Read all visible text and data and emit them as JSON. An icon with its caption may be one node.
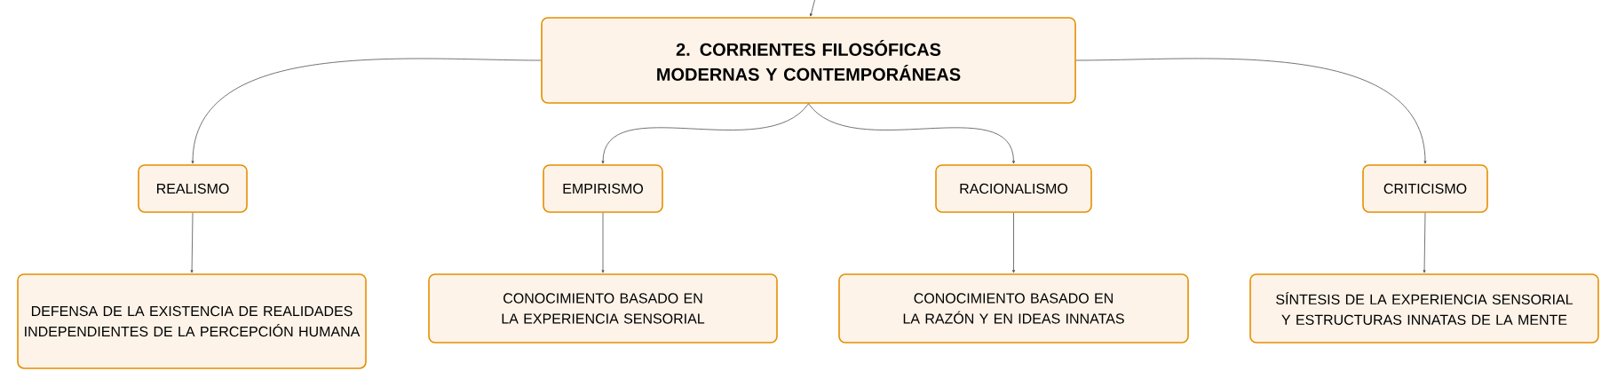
{
  "diagram": {
    "nodes": [
      {
        "text": [
          "2. CORRIENTES FILOSÓFICAS MODERNAS Y CONTEMPORÁNEAS"
        ]
      },
      {
        "text": [
          "REALISMO"
        ]
      },
      {
        "text": [
          "EMPIRISMO"
        ]
      },
      {
        "text": [
          "RACIONALISMO"
        ]
      },
      {
        "text": [
          "CRITICISMO"
        ]
      },
      {
        "text": [
          "DEFENSA DE LA EXISTENCIA DE REALIDADES INDEPENDIENTES DE LA PERCEPCIÓN HUMANA"
        ]
      },
      {
        "text": [
          "CONOCIMIENTO BASADO EN LA EXPERIENCIA SENSORIAL"
        ]
      },
      {
        "text": [
          "CONOCIMIENTO BASADO EN LA RAZÓN Y EN IDEAS INNATAS"
        ]
      },
      {
        "text": [
          "SÍNTESIS DE LA EXPERIENCIA SENSORIAL Y ESTRUCTURAS INNATAS DE LA MENTE"
        ]
      }
    ],
    "edges": [
      {
        "from": null,
        "to": 0,
        "arrow": "to"
      },
      {
        "from": 0,
        "to": 1,
        "arrow": "to"
      },
      {
        "from": 0,
        "to": 2,
        "arrow": "to"
      },
      {
        "from": 0,
        "to": 3,
        "arrow": "to"
      },
      {
        "from": 0,
        "to": 4,
        "arrow": "to"
      },
      {
        "from": 1,
        "to": 5,
        "arrow": "to"
      },
      {
        "from": 2,
        "to": 6,
        "arrow": "to"
      },
      {
        "from": 3,
        "to": 7,
        "arrow": "to"
      },
      {
        "from": 4,
        "to": 8,
        "arrow": "to"
      }
    ]
  }
}
